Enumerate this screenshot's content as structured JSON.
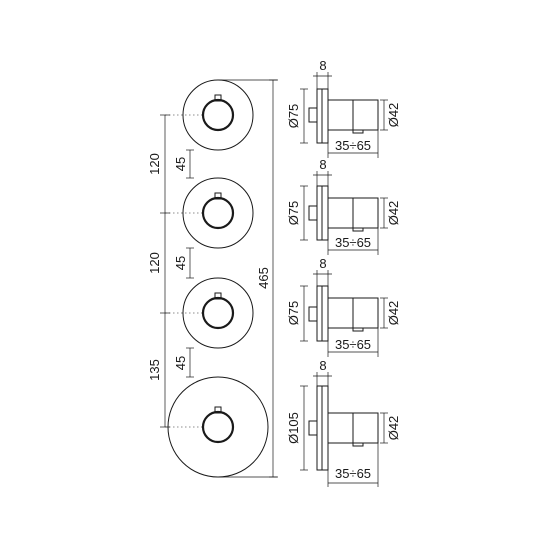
{
  "front_view": {
    "spacings": [
      "120",
      "120",
      "135"
    ],
    "offsets": [
      "45",
      "45",
      "45"
    ],
    "total_height": "465"
  },
  "side_views": [
    {
      "flange_thickness": "8",
      "plate_diameter": "Ø75",
      "body_diameter": "Ø42",
      "depth_range": "35÷65"
    },
    {
      "flange_thickness": "8",
      "plate_diameter": "Ø75",
      "body_diameter": "Ø42",
      "depth_range": "35÷65"
    },
    {
      "flange_thickness": "8",
      "plate_diameter": "Ø75",
      "body_diameter": "Ø42",
      "depth_range": "35÷65"
    },
    {
      "flange_thickness": "8",
      "plate_diameter": "Ø105",
      "body_diameter": "Ø42",
      "depth_range": "35÷65"
    }
  ]
}
